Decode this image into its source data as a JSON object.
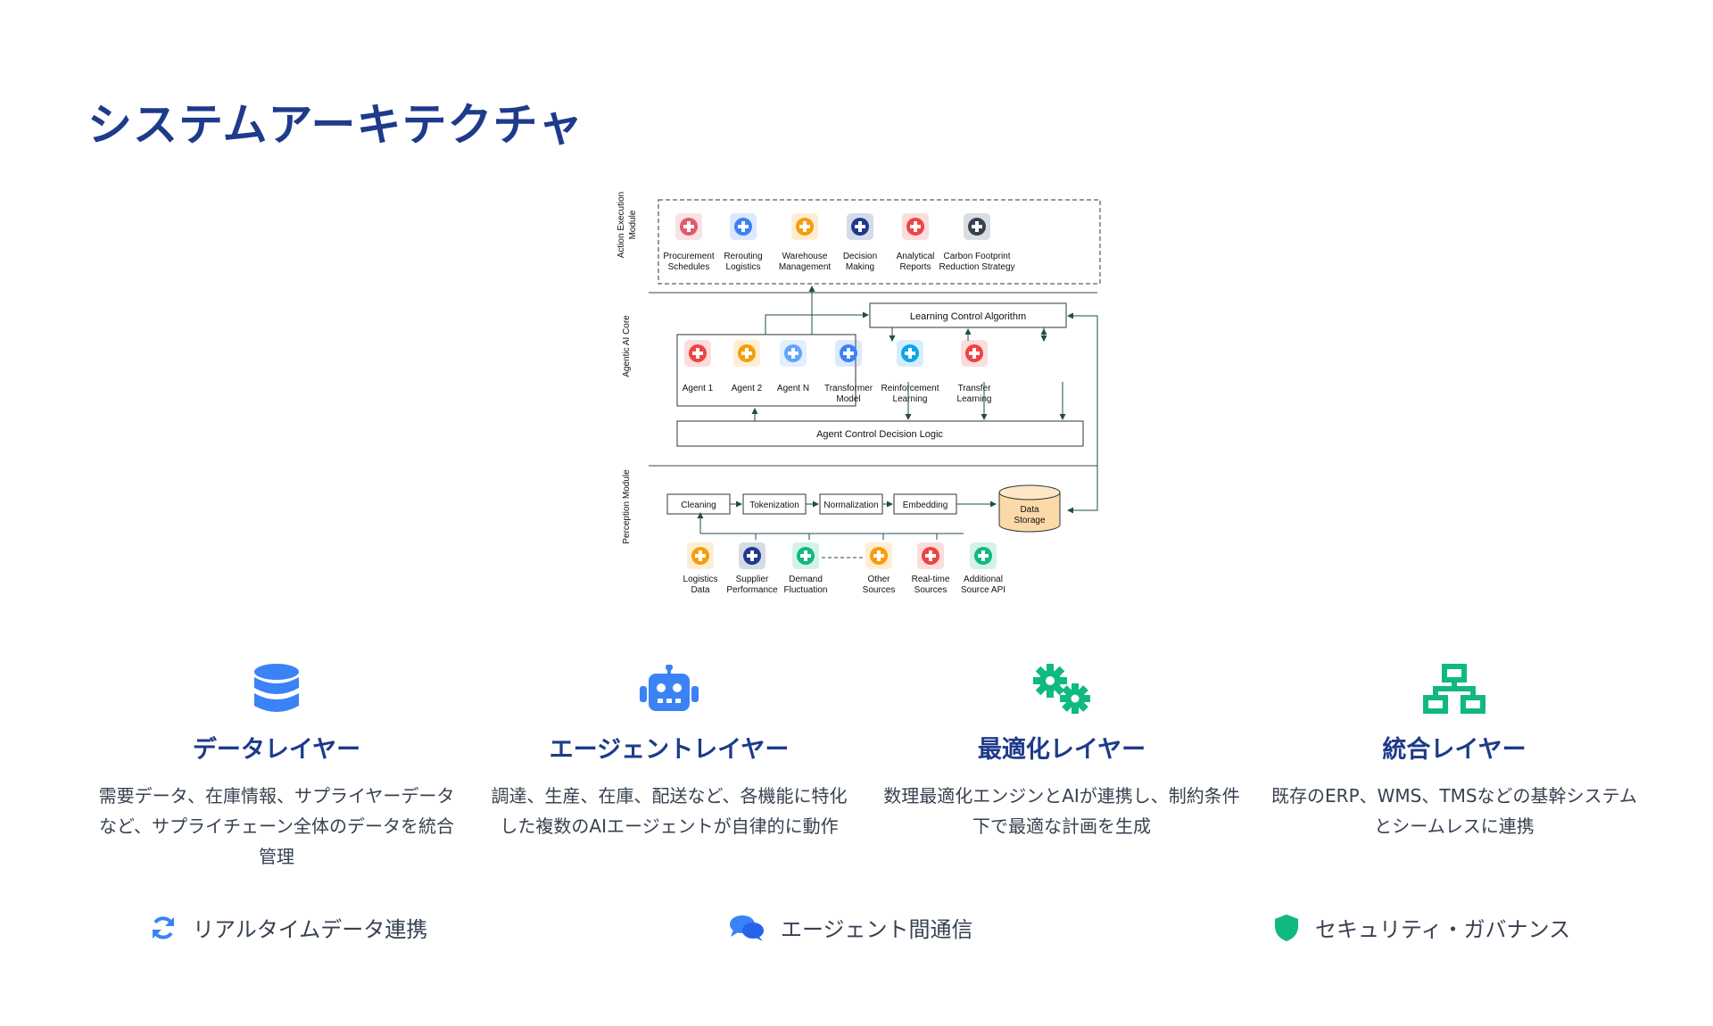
{
  "page": {
    "title": "システムアーキテクチャ"
  },
  "diagram": {
    "sections": {
      "action": "Action Execution",
      "action2": "Module",
      "core": "Agentic AI Core",
      "perception": "Perception Module"
    },
    "actions": [
      {
        "l1": "Procurement",
        "l2": "Schedules",
        "icon": "calendar-icon",
        "color": "#e05a6a"
      },
      {
        "l1": "Rerouting",
        "l2": "Logistics",
        "icon": "circuit-icon",
        "color": "#3b82f6"
      },
      {
        "l1": "Warehouse",
        "l2": "Management",
        "icon": "gear-cycle-icon",
        "color": "#f59e0b"
      },
      {
        "l1": "Decision",
        "l2": "Making",
        "icon": "decision-person-icon",
        "color": "#1e3a8a"
      },
      {
        "l1": "Analytical",
        "l2": "Reports",
        "icon": "chart-report-icon",
        "color": "#ef4444"
      },
      {
        "l1": "Carbon Footprint",
        "l2": "Reduction Strategy",
        "icon": "flowchart-icon",
        "color": "#374151"
      }
    ],
    "learning_control": "Learning Control Algorithm",
    "agents": [
      {
        "l1": "Agent 1",
        "icon": "robot-icon",
        "color": "#ef4444"
      },
      {
        "l1": "Agent 2",
        "icon": "head-bulb-icon",
        "color": "#f59e0b"
      },
      {
        "l1": "Agent N",
        "icon": "robot-laptop-icon",
        "color": "#60a5fa"
      }
    ],
    "models": [
      {
        "l1": "Transformer",
        "l2": "Model",
        "icon": "network-icon",
        "color": "#3b82f6"
      },
      {
        "l1": "Reinforcement",
        "l2": "Learning",
        "icon": "brain-gear-icon",
        "color": "#0ea5e9"
      },
      {
        "l1": "Transfer",
        "l2": "Learning",
        "icon": "transfer-icon",
        "color": "#ef4444"
      }
    ],
    "agent_control": "Agent Control Decision Logic",
    "pipeline": [
      "Cleaning",
      "Tokenization",
      "Normalization",
      "Embedding"
    ],
    "storage": {
      "l1": "Data",
      "l2": "Storage"
    },
    "sources": [
      {
        "l1": "Logistics",
        "l2": "Data",
        "icon": "box-icon",
        "color": "#f59e0b"
      },
      {
        "l1": "Supplier",
        "l2": "Performance",
        "icon": "cart-icon",
        "color": "#1e3a8a"
      },
      {
        "l1": "Demand",
        "l2": "Fluctuation",
        "icon": "globe-icon",
        "color": "#10b981"
      },
      {
        "l1": "Other",
        "l2": "Sources",
        "icon": "database-icon",
        "color": "#f59e0b"
      },
      {
        "l1": "Real-time",
        "l2": "Sources",
        "icon": "house-clock-icon",
        "color": "#ef4444"
      },
      {
        "l1": "Additional",
        "l2": "Source API",
        "icon": "api-icon",
        "color": "#10b981"
      }
    ]
  },
  "features": [
    {
      "title": "データレイヤー",
      "desc": "需要データ、在庫情報、サプライヤーデータなど、サプライチェーン全体のデータを統合管理",
      "icon": "database-icon",
      "color": "#3b82f6"
    },
    {
      "title": "エージェントレイヤー",
      "desc": "調達、生産、在庫、配送など、各機能に特化した複数のAIエージェントが自律的に動作",
      "icon": "robot-icon",
      "color": "#3b82f6"
    },
    {
      "title": "最適化レイヤー",
      "desc": "数理最適化エンジンとAIが連携し、制約条件下で最適な計画を生成",
      "icon": "gears-icon",
      "color": "#10b981"
    },
    {
      "title": "統合レイヤー",
      "desc": "既存のERP、WMS、TMSなどの基幹システムとシームレスに連携",
      "icon": "sitemap-icon",
      "color": "#10b981"
    }
  ],
  "bottom": [
    {
      "label": "リアルタイムデータ連携",
      "icon": "sync-icon",
      "color": "#3b82f6"
    },
    {
      "label": "エージェント間通信",
      "icon": "comments-icon",
      "color": "#3b82f6"
    },
    {
      "label": "セキュリティ・ガバナンス",
      "icon": "shield-icon",
      "color": "#10b981"
    }
  ]
}
